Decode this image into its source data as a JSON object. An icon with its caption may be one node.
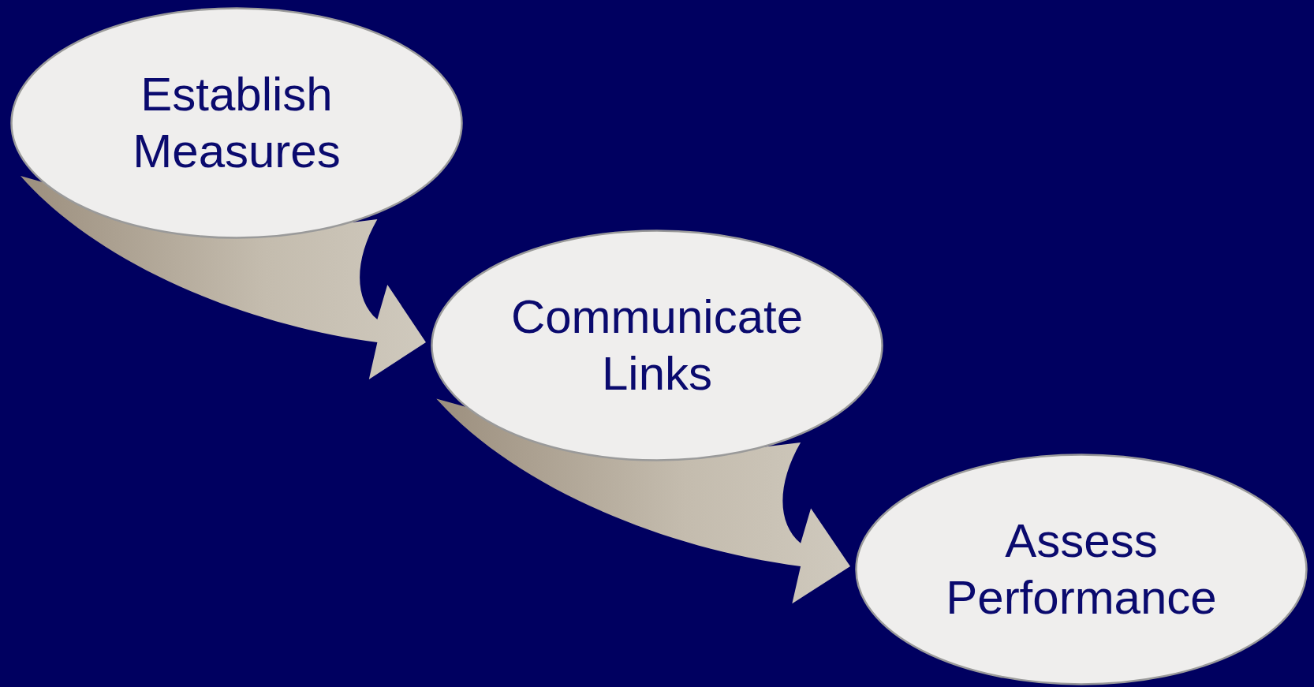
{
  "diagram": {
    "nodes": [
      {
        "text": [
          "Establish Measures"
        ]
      },
      {
        "text": [
          "Communicate Links"
        ]
      },
      {
        "text": [
          "Assess Performance"
        ]
      }
    ],
    "edges": [
      {
        "from": 0,
        "to": 1,
        "arrow": "to"
      },
      {
        "from": 1,
        "to": 2,
        "arrow": "to"
      }
    ]
  }
}
